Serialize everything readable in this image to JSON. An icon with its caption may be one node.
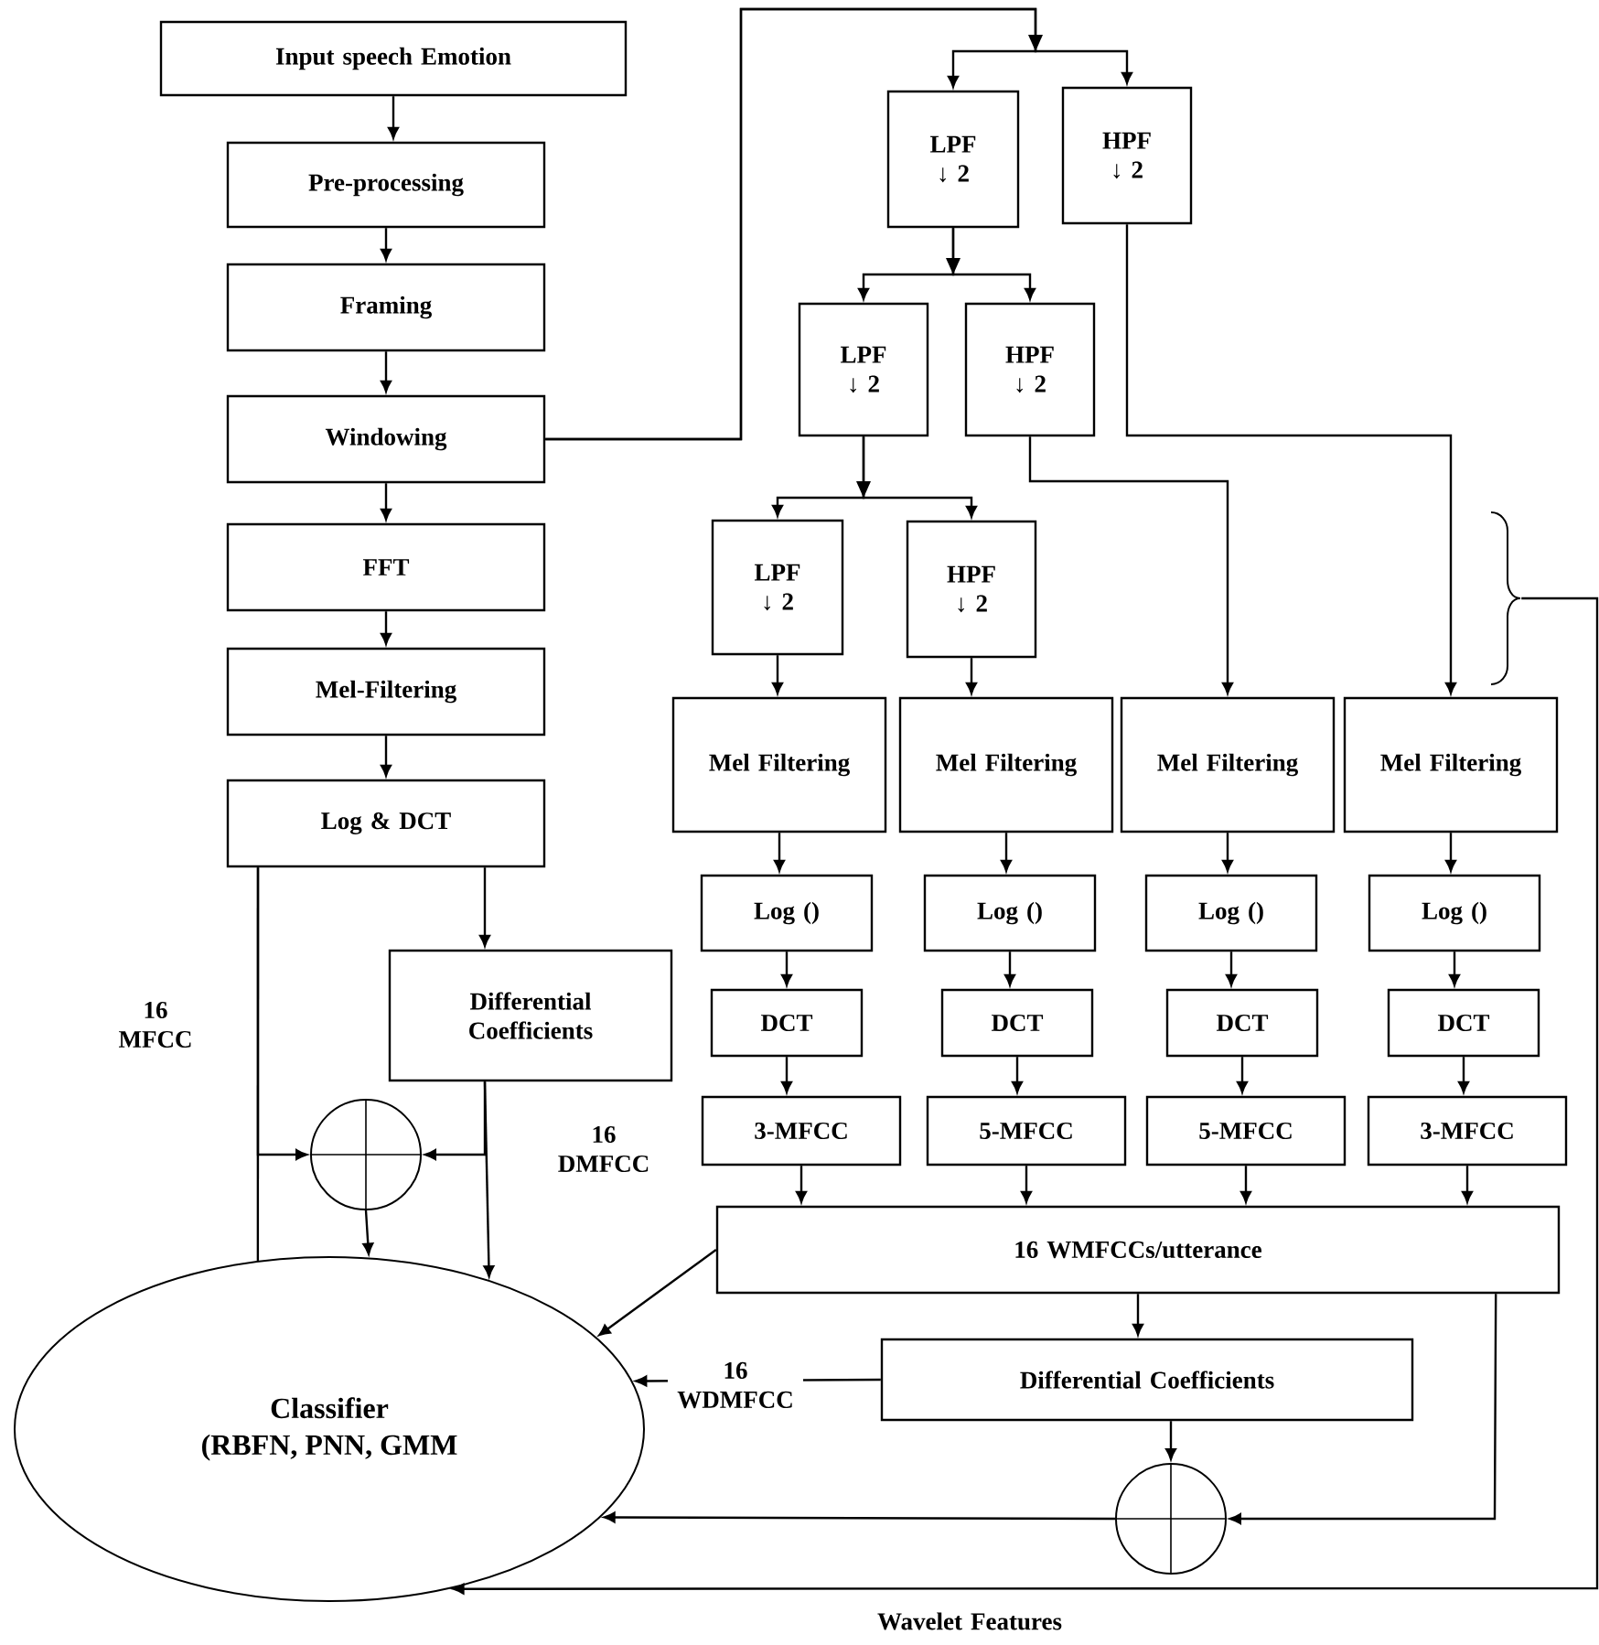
{
  "diagram": {
    "nodes": [
      {
        "text": [
          "Input speech Emotion"
        ]
      },
      {
        "text": [
          "Pre-processing"
        ]
      },
      {
        "text": [
          "Framing"
        ]
      },
      {
        "text": [
          "Windowing"
        ]
      },
      {
        "text": [
          "FFT"
        ]
      },
      {
        "text": [
          "Mel-Filtering"
        ]
      },
      {
        "text": [
          "Log & DCT"
        ]
      },
      {
        "text": [
          "Differential Coefficients"
        ]
      },
      {
        "text": [],
        "shape": "circle"
      },
      {
        "text": [
          "Classifier",
          "(RBFN, PNN, GMM"
        ]
      },
      {
        "text": [
          "LPF",
          "↓ 2"
        ]
      },
      {
        "text": [
          "HPF",
          "↓ 2"
        ]
      },
      {
        "text": [
          "LPF",
          "↓ 2"
        ]
      },
      {
        "text": [
          "HPF",
          "↓ 2"
        ]
      },
      {
        "text": [
          "LPF",
          "↓ 2"
        ]
      },
      {
        "text": [
          "HPF",
          "↓ 2"
        ]
      },
      {
        "text": [
          "Mel Filtering"
        ]
      },
      {
        "text": [
          "Mel Filtering"
        ]
      },
      {
        "text": [
          "Mel Filtering"
        ]
      },
      {
        "text": [
          "Mel Filtering"
        ]
      },
      {
        "text": [
          "Log ()"
        ]
      },
      {
        "text": [
          "Log ()"
        ]
      },
      {
        "text": [
          "Log ()"
        ]
      },
      {
        "text": [
          "Log ()"
        ]
      },
      {
        "text": [
          "DCT"
        ]
      },
      {
        "text": [
          "DCT"
        ]
      },
      {
        "text": [
          "DCT"
        ]
      },
      {
        "text": [
          "DCT"
        ]
      },
      {
        "text": [
          "3-MFCC"
        ]
      },
      {
        "text": [
          "5-MFCC"
        ]
      },
      {
        "text": [
          "5-MFCC"
        ]
      },
      {
        "text": [
          "3-MFCC"
        ]
      },
      {
        "text": [
          "16 WMFCCs/utterance"
        ]
      },
      {
        "text": [
          "Differential Coefficients"
        ]
      },
      {
        "text": [],
        "shape": "circle"
      },
      {
        "text": [],
        "shape": "bracket"
      }
    ],
    "edges": [
      {
        "from": 0,
        "to": 1,
        "arrow": "to"
      },
      {
        "from": 1,
        "to": 2,
        "arrow": "to"
      },
      {
        "from": 2,
        "to": 3,
        "arrow": "to"
      },
      {
        "from": 3,
        "to": 4,
        "arrow": "to"
      },
      {
        "from": 4,
        "to": 5,
        "arrow": "to"
      },
      {
        "from": 5,
        "to": 6,
        "arrow": "to"
      },
      {
        "from": 3,
        "to": 10,
        "arrow": "to"
      },
      {
        "from": 3,
        "to": 11,
        "arrow": "to"
      },
      {
        "from": 10,
        "to": 12,
        "arrow": "to"
      },
      {
        "from": 10,
        "to": 13,
        "arrow": "to"
      },
      {
        "from": 12,
        "to": 14,
        "arrow": "to"
      },
      {
        "from": 12,
        "to": 15,
        "arrow": "to"
      },
      {
        "from": 14,
        "to": 16,
        "arrow": "to"
      },
      {
        "from": 15,
        "to": 17,
        "arrow": "to"
      },
      {
        "from": 13,
        "to": 18,
        "arrow": "to"
      },
      {
        "from": 11,
        "to": 19,
        "arrow": "to"
      },
      {
        "from": 16,
        "to": 20,
        "arrow": "to"
      },
      {
        "from": 17,
        "to": 21,
        "arrow": "to"
      },
      {
        "from": 18,
        "to": 22,
        "arrow": "to"
      },
      {
        "from": 19,
        "to": 23,
        "arrow": "to"
      },
      {
        "from": 20,
        "to": 24,
        "arrow": "to"
      },
      {
        "from": 21,
        "to": 25,
        "arrow": "to"
      },
      {
        "from": 22,
        "to": 26,
        "arrow": "to"
      },
      {
        "from": 23,
        "to": 27,
        "arrow": "to"
      },
      {
        "from": 24,
        "to": 28,
        "arrow": "to"
      },
      {
        "from": 25,
        "to": 29,
        "arrow": "to"
      },
      {
        "from": 26,
        "to": 30,
        "arrow": "to"
      },
      {
        "from": 27,
        "to": 31,
        "arrow": "to"
      },
      {
        "from": 28,
        "to": 32,
        "arrow": "to"
      },
      {
        "from": 29,
        "to": 32,
        "arrow": "to"
      },
      {
        "from": 30,
        "to": 32,
        "arrow": "to"
      },
      {
        "from": 31,
        "to": 32,
        "arrow": "to"
      },
      {
        "from": 32,
        "to": 33,
        "arrow": "to"
      },
      {
        "from": 33,
        "to": 34,
        "arrow": "to"
      },
      {
        "from": 32,
        "to": 34,
        "arrow": "to"
      },
      {
        "from": 34,
        "to": 9,
        "arrow": "to"
      },
      {
        "from": 33,
        "to": 9,
        "arrow": "to",
        "label": "16 WDMFCC"
      },
      {
        "from": 32,
        "to": 9,
        "arrow": "to"
      },
      {
        "from": 6,
        "to": 9,
        "arrow": "none",
        "label": "16 MFCC"
      },
      {
        "from": 6,
        "to": 8,
        "arrow": "to"
      },
      {
        "from": 6,
        "to": 7,
        "arrow": "to"
      },
      {
        "from": 7,
        "to": 8,
        "arrow": "to"
      },
      {
        "from": 7,
        "to": 9,
        "arrow": "to",
        "label": "16 DMFCC"
      },
      {
        "from": 8,
        "to": 9,
        "arrow": "to"
      },
      {
        "from": 35,
        "to": 9,
        "arrow": "to",
        "label": "Wavelet Features"
      }
    ]
  }
}
